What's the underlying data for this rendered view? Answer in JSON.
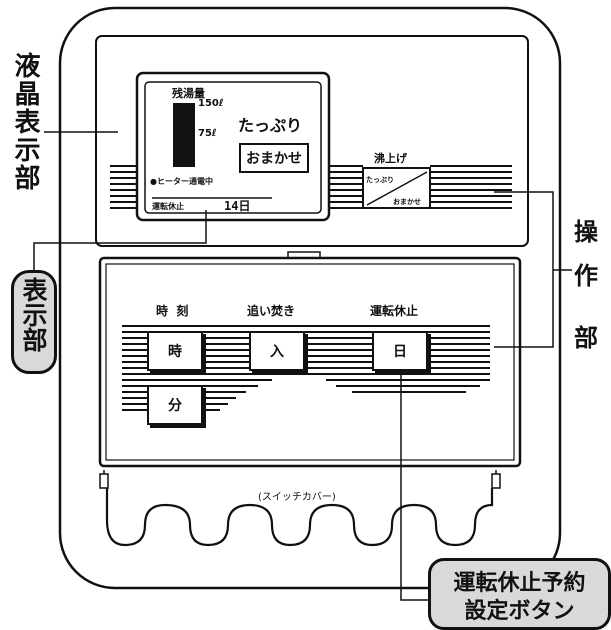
{
  "callouts": {
    "lcd_section": "液晶表示部",
    "display_section": "表示部",
    "operation_section": [
      "操",
      "作",
      "部"
    ],
    "reservation_button": [
      "運転休止予約",
      "設定ボタン"
    ]
  },
  "lcd": {
    "remaining_label": "残湯量",
    "level_high": "150ℓ",
    "level_mid": "75ℓ",
    "mode_plenty": "たっぷり",
    "mode_auto": "おまかせ",
    "heater_indicator": "●ヒーター通電中",
    "suspend_label": "運転休止",
    "suspend_days": "14日"
  },
  "boil": {
    "heading": "沸上げ",
    "switch_top": "たっぷり",
    "switch_bottom": "おまかせ"
  },
  "controls": {
    "clock_heading": "時  刻",
    "reheat_heading": "追い焚き",
    "suspend_heading": "運転休止",
    "hour_button": "時",
    "minute_button": "分",
    "reheat_button": "入",
    "day_button": "日"
  },
  "switch_cover": "(スイッチカバー)"
}
